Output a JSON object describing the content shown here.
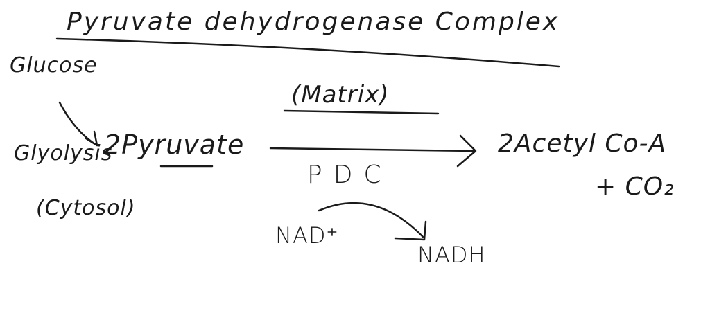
{
  "title": "Pyruvate dehydrogenase Complex",
  "reaction": {
    "glucose": "Glucose",
    "glycolysis": "Glyolysis",
    "cytosol": "(Cytosol)",
    "pyruvate": "2Pyruvate",
    "location": "(Matrix)",
    "enzyme": "PDC",
    "product_1": "2Acetyl Co-A",
    "product_2": "+ CO₂",
    "cofactor_in": "NAD⁺",
    "cofactor_out": "NADH"
  },
  "colors": {
    "ink": "#1a1a1a",
    "background": "#ffffff"
  }
}
